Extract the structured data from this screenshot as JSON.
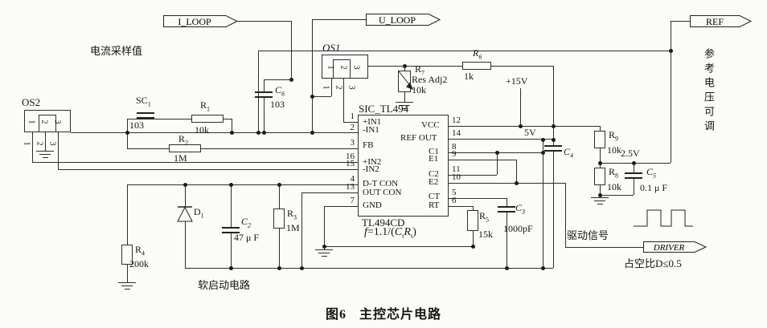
{
  "caption": {
    "fig": "图6",
    "text": "主控芯片电路"
  },
  "annotations": {
    "current_sample": "电流采样值",
    "ref_adjustable": "参考电压可调",
    "soft_start": "软启动电路",
    "drive_signal": "驱动信号",
    "duty_cycle": "占空比D≤0.5"
  },
  "flags": {
    "i_loop": "I_LOOP",
    "u_loop": "U_LOOP",
    "ref": "REF",
    "driver": "DRIVER"
  },
  "power": {
    "v15": "+15V",
    "v5": "5V",
    "v25": "2.5V"
  },
  "connectors": {
    "os1": {
      "label": "OS1",
      "pins": [
        "1",
        "2",
        "3"
      ]
    },
    "os2": {
      "label": "OS2",
      "pins": [
        "1",
        "2",
        "3"
      ]
    }
  },
  "components": {
    "sc1": {
      "ref": "SC",
      "sub": "1",
      "value": "103"
    },
    "r1": {
      "ref": "R",
      "sub": "1",
      "value": "10k"
    },
    "r2": {
      "ref": "R",
      "sub": "2",
      "value": "1M"
    },
    "r3": {
      "ref": "R",
      "sub": "3",
      "value": "1M"
    },
    "r4": {
      "ref": "R",
      "sub": "4",
      "value": "200k"
    },
    "r5": {
      "ref": "R",
      "sub": "5",
      "value": "15k"
    },
    "r6": {
      "ref": "R",
      "sub": "6",
      "value": "1k"
    },
    "r7": {
      "ref": "R",
      "sub": "7",
      "type": "Res Adj2",
      "value": "10k"
    },
    "r8": {
      "ref": "R",
      "sub": "8",
      "value": "10k"
    },
    "r9": {
      "ref": "R",
      "sub": "9",
      "value": "10k"
    },
    "c2": {
      "ref": "C",
      "sub": "2",
      "value": "47 μ F"
    },
    "c3": {
      "ref": "C",
      "sub": "3",
      "value": "1000pF"
    },
    "c4": {
      "ref": "C",
      "sub": "4"
    },
    "c5": {
      "ref": "C",
      "sub": "5",
      "value": "0.1 μ F"
    },
    "c6": {
      "ref": "C",
      "sub": "6",
      "value": "103"
    },
    "d1": {
      "ref": "D",
      "sub": "1"
    }
  },
  "chip": {
    "designator": "SIC_TL494",
    "part": "TL494CD",
    "formula": {
      "f": "f",
      "eq": "=1.1/(",
      "C": "C",
      "t1": "t",
      "R": "R",
      "t2": "t",
      "close": ")"
    },
    "left_pins": [
      {
        "num": "1",
        "name": "+IN1"
      },
      {
        "num": "2",
        "name": "-IN1"
      },
      {
        "num": "3",
        "name": "FB"
      },
      {
        "num": "16",
        "name": "+IN2"
      },
      {
        "num": "15",
        "name": "-IN2"
      },
      {
        "num": "4",
        "name": "D-T CON"
      },
      {
        "num": "13",
        "name": "OUT CON"
      },
      {
        "num": "7",
        "name": "GND"
      }
    ],
    "right_pins": [
      {
        "num": "12",
        "name": "VCC"
      },
      {
        "num": "14",
        "name": "REF OUT"
      },
      {
        "num": "8",
        "name": "C1"
      },
      {
        "num": "9",
        "name": "E1"
      },
      {
        "num": "11",
        "name": "C2"
      },
      {
        "num": "10",
        "name": "E2"
      },
      {
        "num": "5",
        "name": "CT"
      },
      {
        "num": "6",
        "name": "RT"
      }
    ]
  }
}
